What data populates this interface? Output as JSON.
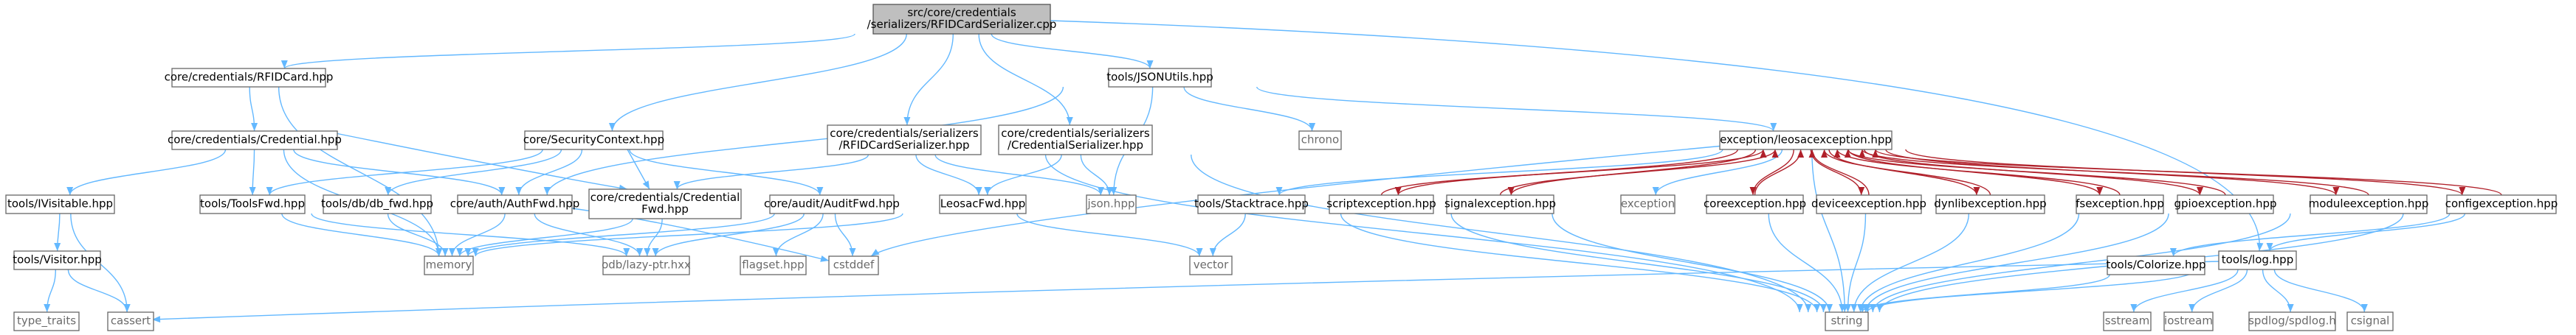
{
  "diagram": {
    "type": "include-dependency-graph",
    "colors": {
      "edge": "#63b8ff",
      "cyclic_edge": "#b0202a",
      "root_fill": "#bfbfbf",
      "node_border": "#666666",
      "system_header_text": "#6b6b6b"
    },
    "nodes": [
      {
        "id": "root",
        "lines": [
          "src/core/credentials",
          "/serializers/RFIDCardSerializer.cpp"
        ],
        "boxed": true,
        "root": true
      },
      {
        "id": "rfidcard",
        "lines": [
          "core/credentials/RFIDCard.hpp"
        ],
        "boxed": true
      },
      {
        "id": "seccontext",
        "lines": [
          "core/SecurityContext.hpp"
        ],
        "boxed": true
      },
      {
        "id": "rfidser",
        "lines": [
          "core/credentials/serializers",
          "/RFIDCardSerializer.hpp"
        ],
        "boxed": true
      },
      {
        "id": "credser",
        "lines": [
          "core/credentials/serializers",
          "/CredentialSerializer.hpp"
        ],
        "boxed": true
      },
      {
        "id": "jsonutils",
        "lines": [
          "tools/JSONUtils.hpp"
        ],
        "boxed": true
      },
      {
        "id": "chrono",
        "lines": [
          "chrono"
        ],
        "boxed": true,
        "system": true
      },
      {
        "id": "credential",
        "lines": [
          "core/credentials/Credential.hpp"
        ],
        "boxed": true
      },
      {
        "id": "leosacexc",
        "lines": [
          "exception/leosacexception.hpp"
        ],
        "boxed": true
      },
      {
        "id": "ivisitable",
        "lines": [
          "tools/IVisitable.hpp"
        ],
        "boxed": true
      },
      {
        "id": "toolsfwd",
        "lines": [
          "tools/ToolsFwd.hpp"
        ],
        "boxed": true
      },
      {
        "id": "dbfwd",
        "lines": [
          "tools/db/db_fwd.hpp"
        ],
        "boxed": true
      },
      {
        "id": "authfwd",
        "lines": [
          "core/auth/AuthFwd.hpp"
        ],
        "boxed": true
      },
      {
        "id": "credfwd",
        "lines": [
          "core/credentials/Credential",
          "Fwd.hpp"
        ],
        "boxed": true
      },
      {
        "id": "auditfwd",
        "lines": [
          "core/audit/AuditFwd.hpp"
        ],
        "boxed": true
      },
      {
        "id": "leosacfwd",
        "lines": [
          "LeosacFwd.hpp"
        ],
        "boxed": true
      },
      {
        "id": "json",
        "lines": [
          "json.hpp"
        ],
        "boxed": true,
        "system": true
      },
      {
        "id": "exception",
        "lines": [
          "exception"
        ],
        "boxed": true,
        "system": true
      },
      {
        "id": "stacktrace",
        "lines": [
          "tools/Stacktrace.hpp"
        ],
        "boxed": true
      },
      {
        "id": "scriptexc",
        "lines": [
          "scriptexception.hpp"
        ],
        "boxed": true
      },
      {
        "id": "signalexc",
        "lines": [
          "signalexception.hpp"
        ],
        "boxed": true
      },
      {
        "id": "coreexc",
        "lines": [
          "coreexception.hpp"
        ],
        "boxed": true
      },
      {
        "id": "deviceexc",
        "lines": [
          "deviceexception.hpp"
        ],
        "boxed": true
      },
      {
        "id": "dynlibexc",
        "lines": [
          "dynlibexception.hpp"
        ],
        "boxed": true
      },
      {
        "id": "fsexc",
        "lines": [
          "fsexception.hpp"
        ],
        "boxed": true
      },
      {
        "id": "gpioexc",
        "lines": [
          "gpioexception.hpp"
        ],
        "boxed": true
      },
      {
        "id": "moduleexc",
        "lines": [
          "moduleexception.hpp"
        ],
        "boxed": true
      },
      {
        "id": "configexc",
        "lines": [
          "configexception.hpp"
        ],
        "boxed": true
      },
      {
        "id": "visitor",
        "lines": [
          "tools/Visitor.hpp"
        ],
        "boxed": true
      },
      {
        "id": "memory",
        "lines": [
          "memory"
        ],
        "boxed": true,
        "system": true
      },
      {
        "id": "lazyptr",
        "lines": [
          "odb/lazy-ptr.hxx"
        ],
        "boxed": true,
        "system": true
      },
      {
        "id": "flagset",
        "lines": [
          "flagset.hpp"
        ],
        "boxed": true,
        "system": true
      },
      {
        "id": "cstddef",
        "lines": [
          "cstddef"
        ],
        "boxed": true,
        "system": true
      },
      {
        "id": "vector",
        "lines": [
          "vector"
        ],
        "boxed": true,
        "system": true
      },
      {
        "id": "colorize",
        "lines": [
          "tools/Colorize.hpp"
        ],
        "boxed": true
      },
      {
        "id": "log",
        "lines": [
          "tools/log.hpp"
        ],
        "boxed": true
      },
      {
        "id": "typetraits",
        "lines": [
          "type_traits"
        ],
        "boxed": true,
        "system": true
      },
      {
        "id": "cassert",
        "lines": [
          "cassert"
        ],
        "boxed": true,
        "system": true
      },
      {
        "id": "string",
        "lines": [
          "string"
        ],
        "boxed": true,
        "system": true
      },
      {
        "id": "sstream",
        "lines": [
          "sstream"
        ],
        "boxed": true,
        "system": true
      },
      {
        "id": "iostream",
        "lines": [
          "iostream"
        ],
        "boxed": true,
        "system": true
      },
      {
        "id": "spdlog",
        "lines": [
          "spdlog/spdlog.h"
        ],
        "boxed": true,
        "system": true
      },
      {
        "id": "csignal",
        "lines": [
          "csignal"
        ],
        "boxed": true,
        "system": true
      }
    ],
    "edges": [
      [
        "root",
        "rfidcard"
      ],
      [
        "root",
        "seccontext"
      ],
      [
        "root",
        "rfidser"
      ],
      [
        "root",
        "credser"
      ],
      [
        "root",
        "jsonutils"
      ],
      [
        "root",
        "log"
      ],
      [
        "rfidcard",
        "credential"
      ],
      [
        "rfidcard",
        "memory"
      ],
      [
        "credential",
        "ivisitable"
      ],
      [
        "credential",
        "toolsfwd"
      ],
      [
        "credential",
        "memory"
      ],
      [
        "credential",
        "authfwd"
      ],
      [
        "credential",
        "credfwd"
      ],
      [
        "seccontext",
        "toolsfwd"
      ],
      [
        "seccontext",
        "dbfwd"
      ],
      [
        "seccontext",
        "authfwd"
      ],
      [
        "seccontext",
        "credfwd"
      ],
      [
        "seccontext",
        "auditfwd"
      ],
      [
        "rfidser",
        "credfwd"
      ],
      [
        "rfidser",
        "leosacfwd"
      ],
      [
        "rfidser",
        "json"
      ],
      [
        "rfidser",
        "string"
      ],
      [
        "credser",
        "leosacfwd"
      ],
      [
        "credser",
        "json"
      ],
      [
        "credser",
        "string"
      ],
      [
        "jsonutils",
        "json"
      ],
      [
        "jsonutils",
        "chrono"
      ],
      [
        "jsonutils",
        "leosacexc"
      ],
      [
        "jsonutils",
        "authfwd"
      ],
      [
        "ivisitable",
        "visitor"
      ],
      [
        "ivisitable",
        "cassert"
      ],
      [
        "visitor",
        "typetraits"
      ],
      [
        "visitor",
        "cassert"
      ],
      [
        "toolsfwd",
        "memory"
      ],
      [
        "toolsfwd",
        "lazyptr"
      ],
      [
        "dbfwd",
        "memory"
      ],
      [
        "authfwd",
        "memory"
      ],
      [
        "authfwd",
        "lazyptr"
      ],
      [
        "authfwd",
        "cstddef"
      ],
      [
        "credfwd",
        "memory"
      ],
      [
        "credfwd",
        "lazyptr"
      ],
      [
        "auditfwd",
        "memory"
      ],
      [
        "auditfwd",
        "lazyptr"
      ],
      [
        "auditfwd",
        "flagset"
      ],
      [
        "auditfwd",
        "cstddef"
      ],
      [
        "leosacfwd",
        "memory"
      ],
      [
        "leosacfwd",
        "vector"
      ],
      [
        "leosacexc",
        "cstddef"
      ],
      [
        "leosacexc",
        "exception"
      ],
      [
        "leosacexc",
        "stacktrace"
      ],
      [
        "leosacexc",
        "string"
      ],
      [
        "leosacexc",
        "scriptexc"
      ],
      [
        "leosacexc",
        "signalexc"
      ],
      [
        "leosacexc",
        "coreexc"
      ],
      [
        "leosacexc",
        "deviceexc"
      ],
      [
        "leosacexc",
        "dynlibexc"
      ],
      [
        "leosacexc",
        "fsexc"
      ],
      [
        "leosacexc",
        "gpioexc"
      ],
      [
        "leosacexc",
        "moduleexc"
      ],
      [
        "leosacexc",
        "configexc"
      ],
      [
        "stacktrace",
        "vector"
      ],
      [
        "stacktrace",
        "string"
      ],
      [
        "scriptexc",
        "leosacexc"
      ],
      [
        "scriptexc",
        "string"
      ],
      [
        "signalexc",
        "leosacexc"
      ],
      [
        "signalexc",
        "string"
      ],
      [
        "coreexc",
        "leosacexc"
      ],
      [
        "coreexc",
        "string"
      ],
      [
        "deviceexc",
        "leosacexc"
      ],
      [
        "deviceexc",
        "string"
      ],
      [
        "dynlibexc",
        "leosacexc"
      ],
      [
        "dynlibexc",
        "string"
      ],
      [
        "fsexc",
        "leosacexc"
      ],
      [
        "fsexc",
        "string"
      ],
      [
        "gpioexc",
        "leosacexc"
      ],
      [
        "gpioexc",
        "string"
      ],
      [
        "moduleexc",
        "leosacexc"
      ],
      [
        "moduleexc",
        "string"
      ],
      [
        "configexc",
        "leosacexc"
      ],
      [
        "configexc",
        "string"
      ],
      [
        "configexc",
        "colorize"
      ],
      [
        "configexc",
        "log"
      ],
      [
        "colorize",
        "string"
      ],
      [
        "log",
        "cassert"
      ],
      [
        "log",
        "string"
      ],
      [
        "log",
        "sstream"
      ],
      [
        "log",
        "iostream"
      ],
      [
        "log",
        "spdlog"
      ],
      [
        "log",
        "csignal"
      ]
    ]
  }
}
